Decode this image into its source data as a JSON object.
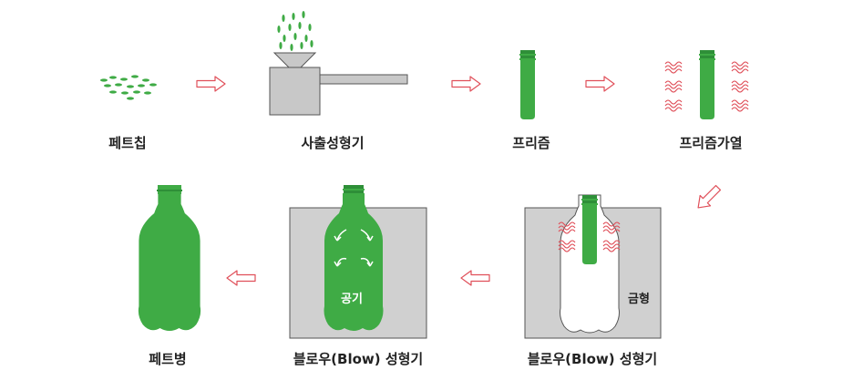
{
  "steps": {
    "pet_chips": "페트칩",
    "injection_molder": "사출성형기",
    "preform": "프리즘",
    "preform_heating": "프리즘가열",
    "blow_molding_mold": "블로우(Blow) 성형기",
    "blow_molding_air": "블로우(Blow) 성형기",
    "pet_bottle": "페트병"
  },
  "annotations": {
    "mold": "금형",
    "air": "공기"
  },
  "colors": {
    "green": "#3fab45",
    "dark_green": "#2e8f38",
    "mold_gray": "#d0d0d0",
    "machine_gray": "#c8c8c8",
    "arrow_red": "#e0505a",
    "heat_red": "#e0505a",
    "outline": "#555555"
  }
}
